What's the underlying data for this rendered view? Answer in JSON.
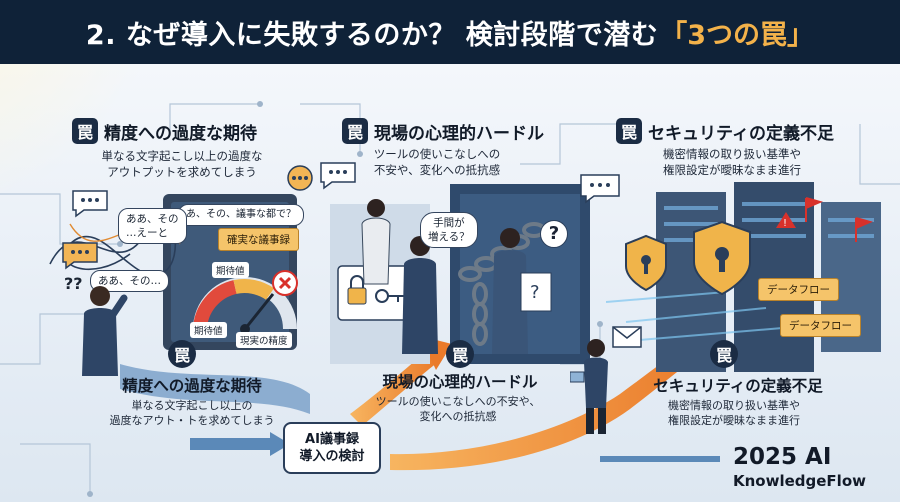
{
  "title": {
    "main": "2. なぜ導入に失敗するのか？ 検討段階で潜む",
    "highlight": "「3つの罠」"
  },
  "trap_icon_char": "罠",
  "traps_top": [
    {
      "title": "精度への過度な期待",
      "desc_lines": [
        "単なる文字起こし以上の過度な",
        "アウトプットを求めてしまう"
      ]
    },
    {
      "title": "現場の心理的ハードル",
      "desc_lines": [
        "ツールの使いこなしへの",
        "不安や、変化への抵抗感"
      ]
    },
    {
      "title": "セキュリティの定義不足",
      "desc_lines": [
        "機密情報の取り扱い基準や",
        "権限設定が曖昧なまま進行"
      ]
    }
  ],
  "traps_bottom": [
    {
      "title": "精度への過度な期待",
      "desc_lines": [
        "単なる文字起こし以上の",
        "過度なアウト・トを求めてしまう"
      ]
    },
    {
      "title": "現場の心理的ハードル",
      "desc_lines": [
        "ツールの使いこなしへの不安や、",
        "変化への抵抗感"
      ]
    },
    {
      "title": "セキュリティの定義不足",
      "desc_lines": [
        "機密情報の取り扱い基準や",
        "権限設定が曖昧なまま進行"
      ]
    }
  ],
  "scene_text": {
    "bubble_1": "ああ、その",
    "bubble_1b": "…えーと",
    "bubble_2": "ああ、その…",
    "question": "?",
    "question_double": "??",
    "screen_text": "あ、その、議事な都で？",
    "accurate_minutes": "確実な議事録",
    "gauge_expect_top": "期待値",
    "gauge_expect": "期待値",
    "gauge_real": "現実の精度",
    "effort_bubble_1": "手間が",
    "effort_bubble_2": "増える？",
    "data_flow_1": "データフロー",
    "data_flow_2": "データフロー"
  },
  "center_label": {
    "line1": "AI議事録",
    "line2": "導入の検討"
  },
  "brand": {
    "year": "2025 AI",
    "name": "KnowledgeFlow"
  },
  "colors": {
    "title_bg": "#0f2238",
    "highlight": "#f3b24a",
    "arrow_orange": "#f0923a",
    "arrow_blue": "#5b89b8",
    "accent_red": "#d8312b"
  }
}
